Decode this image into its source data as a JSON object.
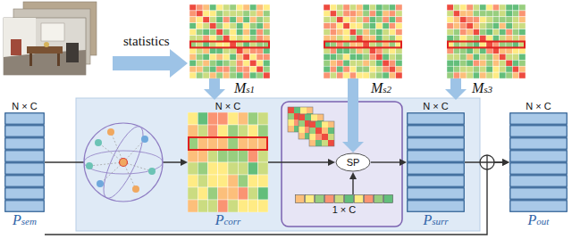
{
  "diagram": {
    "nodes": [
      {
        "text": [
          "Ms1"
        ]
      },
      {
        "text": [
          "Ms2"
        ]
      },
      {
        "text": [
          "Ms3"
        ]
      },
      {
        "text": [
          "N × C",
          "Psem"
        ]
      },
      {
        "text": [
          "N × C",
          "Pcorr"
        ]
      },
      {
        "text": [
          "SP"
        ]
      },
      {
        "text": [
          "1 × C"
        ]
      },
      {
        "text": [
          "N × C",
          "Psurr"
        ]
      },
      {
        "text": [
          "N × C",
          "Pout"
        ]
      }
    ],
    "edges": [
      {
        "from": 0,
        "to": 4,
        "arrow": "to"
      },
      {
        "from": 1,
        "to": 5,
        "arrow": "to"
      },
      {
        "from": 2,
        "to": 7,
        "arrow": "to"
      },
      {
        "from": 3,
        "to": 4,
        "arrow": "to"
      },
      {
        "from": 4,
        "to": 5,
        "arrow": "to"
      },
      {
        "from": 6,
        "to": 5,
        "arrow": "to"
      },
      {
        "from": 5,
        "to": 7,
        "arrow": "to"
      },
      {
        "from": 7,
        "to": 8,
        "arrow": "to"
      },
      {
        "from": 3,
        "to": 8,
        "arrow": "to"
      }
    ],
    "labels": [
      "statistics"
    ]
  }
}
